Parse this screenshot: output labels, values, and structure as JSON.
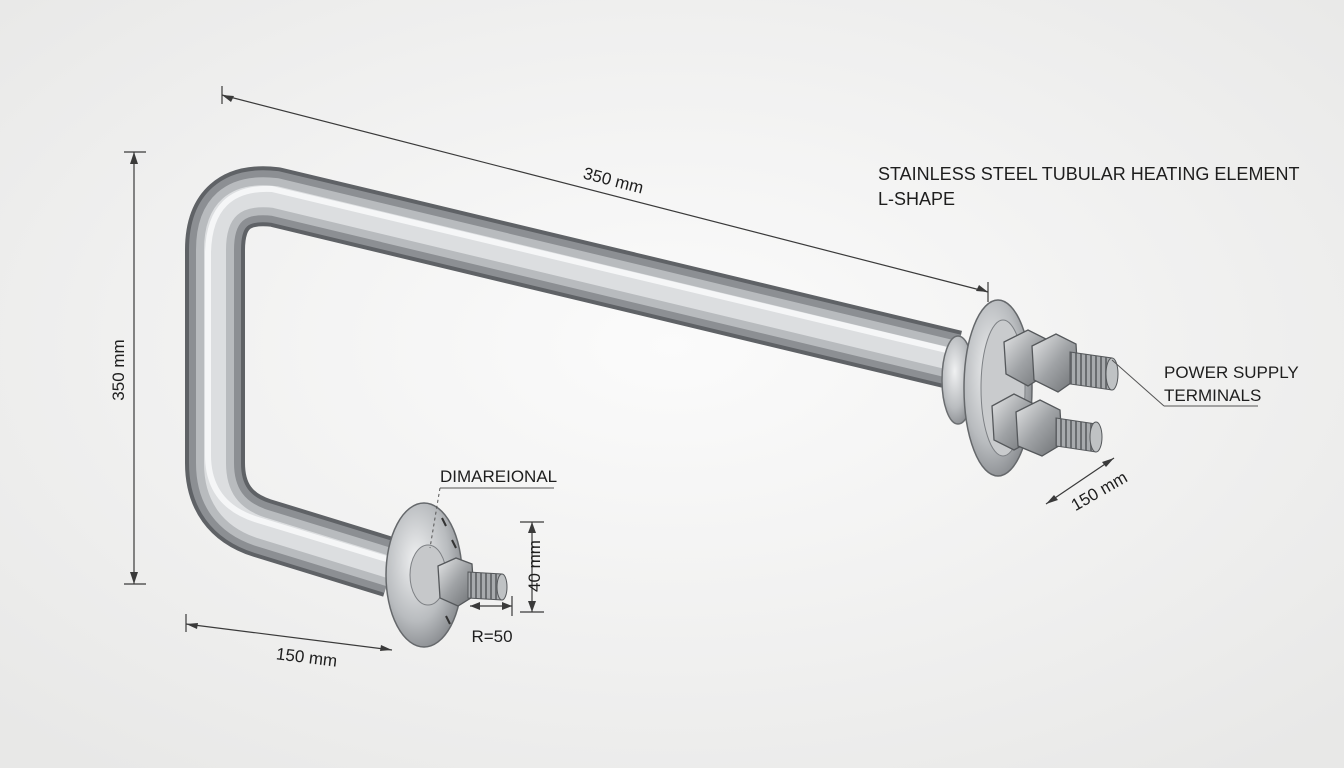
{
  "title": {
    "line1": "STAINLESS STEEL TUBULAR HEATING ELEMENT",
    "line2": "L-SHAPE"
  },
  "callouts": {
    "power_line1": "POWER SUPPLY",
    "power_line2": "TERMINALS",
    "dimensional": "DIMARΕΙONAL"
  },
  "dimensions": {
    "top_length": "350 mm",
    "vertical_height": "350 mm",
    "bottom_length": "150 mm",
    "terminal_spacing": "150 mm",
    "flange_height": "40 mm",
    "bend_radius": "R=50"
  },
  "colors": {
    "background": "#f4f4f3",
    "steel_dark": "#6f7276",
    "steel_light": "#f2f3f4",
    "line": "#3a3a3a"
  }
}
